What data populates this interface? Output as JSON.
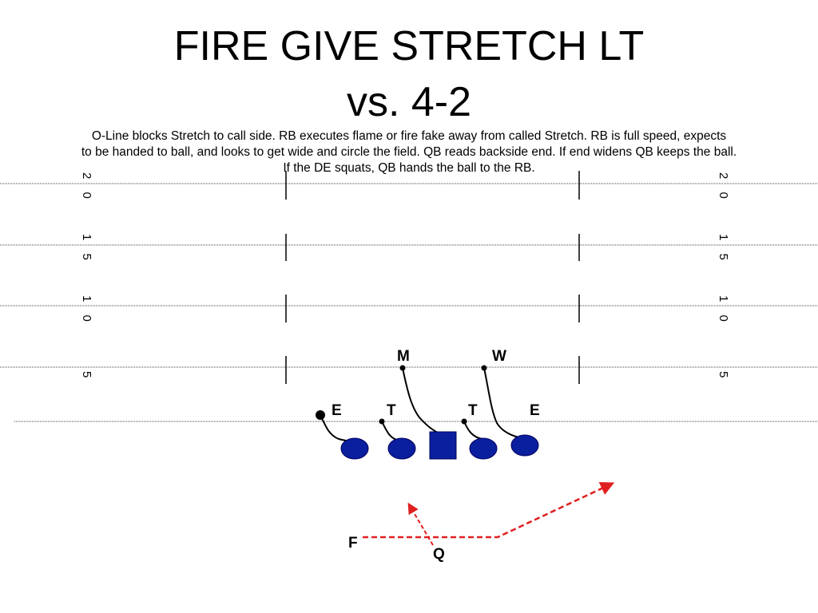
{
  "play": {
    "title": "FIRE GIVE STRETCH LT",
    "subtitle": "vs. 4-2",
    "description_lines": [
      "O-Line blocks Stretch to call side. RB executes flame or fire fake away from called Stretch.  RB is full speed, expects",
      "to be handed to ball, and looks to get wide and circle the field. QB reads backside end.  If end widens QB keeps the ball.",
      "If the DE squats, QB hands the ball to the RB."
    ]
  },
  "field": {
    "yard_lines": [
      {
        "label": "2 0"
      },
      {
        "label": "1 5"
      },
      {
        "label": "1 0"
      },
      {
        "label": "5"
      }
    ]
  },
  "defense": {
    "labels": [
      "M",
      "W",
      "E",
      "T",
      "T",
      "E"
    ]
  },
  "offense": {
    "labels": [
      "F",
      "Q"
    ]
  },
  "colors": {
    "lineman_fill": "#0a1f9e",
    "lineman_stroke": "#000060",
    "route": "#e02020",
    "block": "#000000"
  }
}
